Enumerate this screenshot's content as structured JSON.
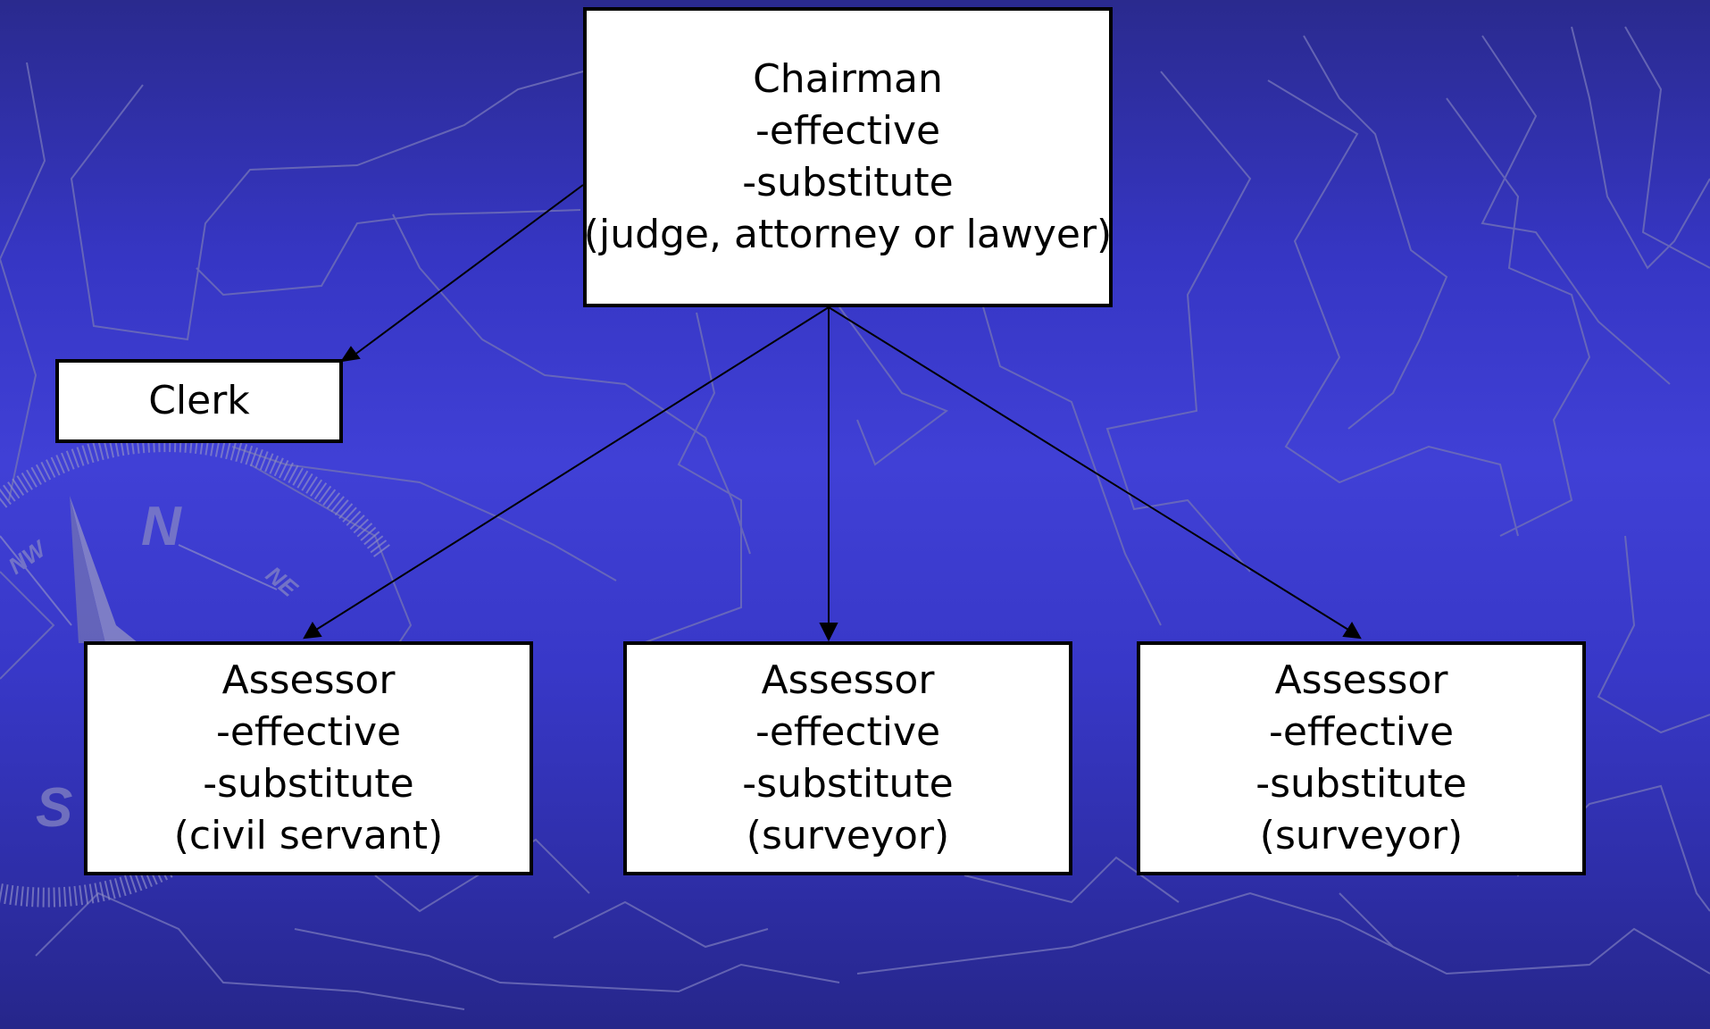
{
  "colors": {
    "background": "#3a3ad0",
    "box_fill": "#ffffff",
    "box_border": "#000000",
    "text": "#000000",
    "contour_lines": "#6a6ab0"
  },
  "chairman": {
    "title": "Chairman",
    "line1": "-effective",
    "line2": "-substitute",
    "line3": "(judge, attorney or lawyer)"
  },
  "clerk": {
    "title": "Clerk"
  },
  "assessors": [
    {
      "title": "Assessor",
      "line1": "-effective",
      "line2": "-substitute",
      "line3": "(civil servant)"
    },
    {
      "title": "Assessor",
      "line1": "-effective",
      "line2": "-substitute",
      "line3": "(surveyor)"
    },
    {
      "title": "Assessor",
      "line1": "-effective",
      "line2": "-substitute",
      "line3": "(surveyor)"
    }
  ],
  "decor": {
    "compass_letters": [
      "N",
      "S",
      "NW",
      "NE"
    ]
  }
}
